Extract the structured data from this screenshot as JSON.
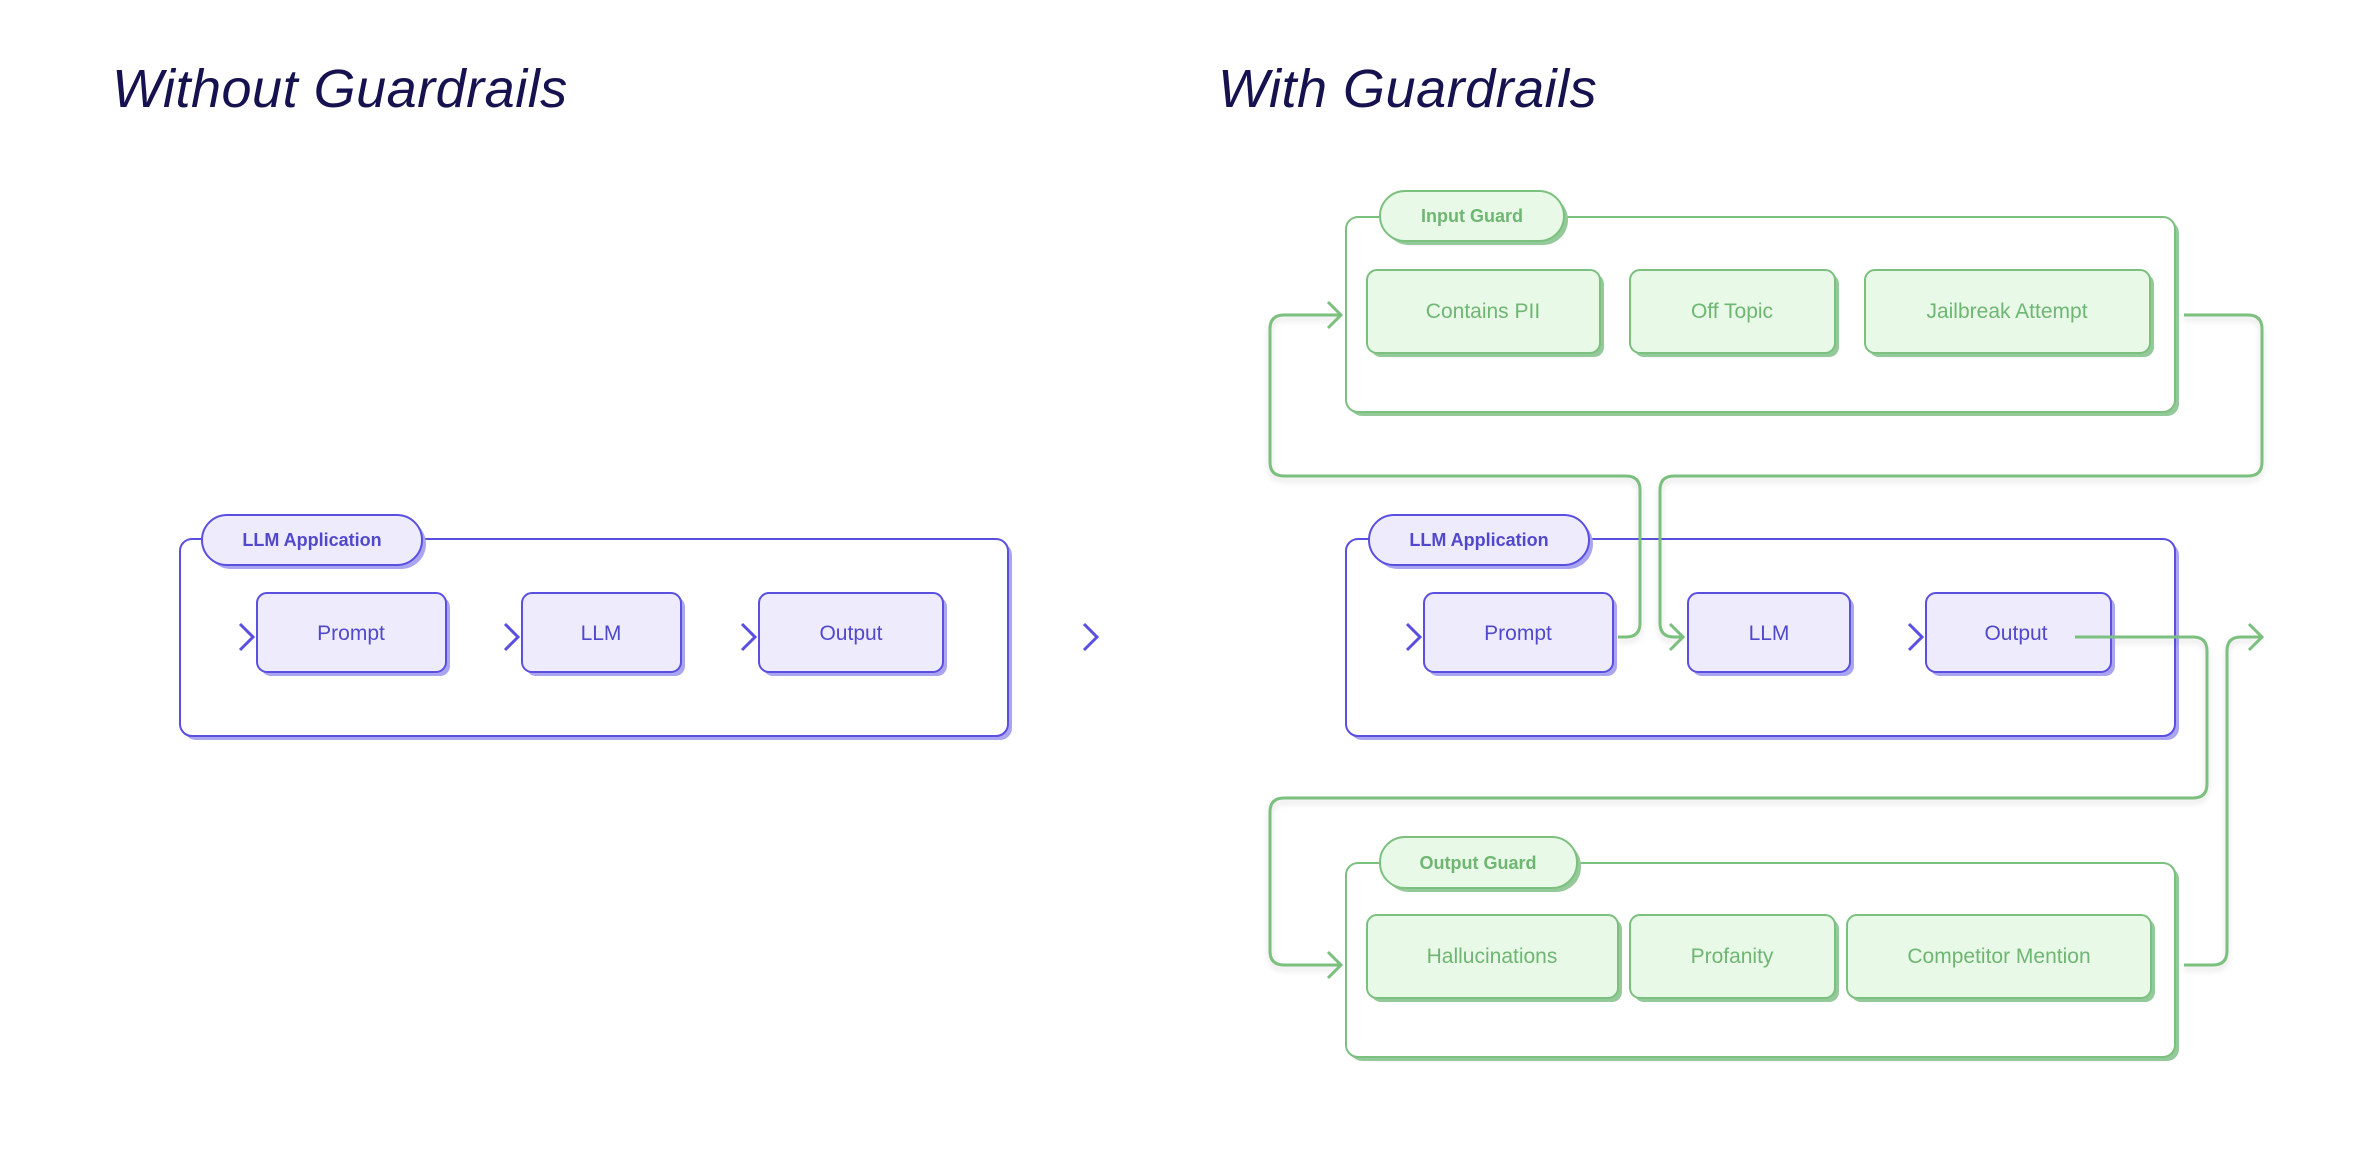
{
  "colors": {
    "title": "#15124f",
    "purple_stroke": "#5b4fe0",
    "purple_fill": "#eeecfc",
    "purple_shadow": "#aaa5f0",
    "purple_text": "#5148cc",
    "green_stroke": "#7cc07f",
    "green_fill": "#e8f9e8",
    "green_shadow": "#94c99a",
    "green_text": "#6fb672"
  },
  "left_panel": {
    "title": "Without Guardrails",
    "app_group": {
      "label": "LLM Application",
      "nodes": [
        "Prompt",
        "LLM",
        "Output"
      ]
    }
  },
  "right_panel": {
    "title": "With Guardrails",
    "input_guard": {
      "label": "Input Guard",
      "checks": [
        "Contains PII",
        "Off Topic",
        "Jailbreak Attempt"
      ]
    },
    "app_group": {
      "label": "LLM Application",
      "nodes": [
        "Prompt",
        "LLM",
        "Output"
      ]
    },
    "output_guard": {
      "label": "Output Guard",
      "checks": [
        "Hallucinations",
        "Profanity",
        "Competitor Mention"
      ]
    }
  }
}
